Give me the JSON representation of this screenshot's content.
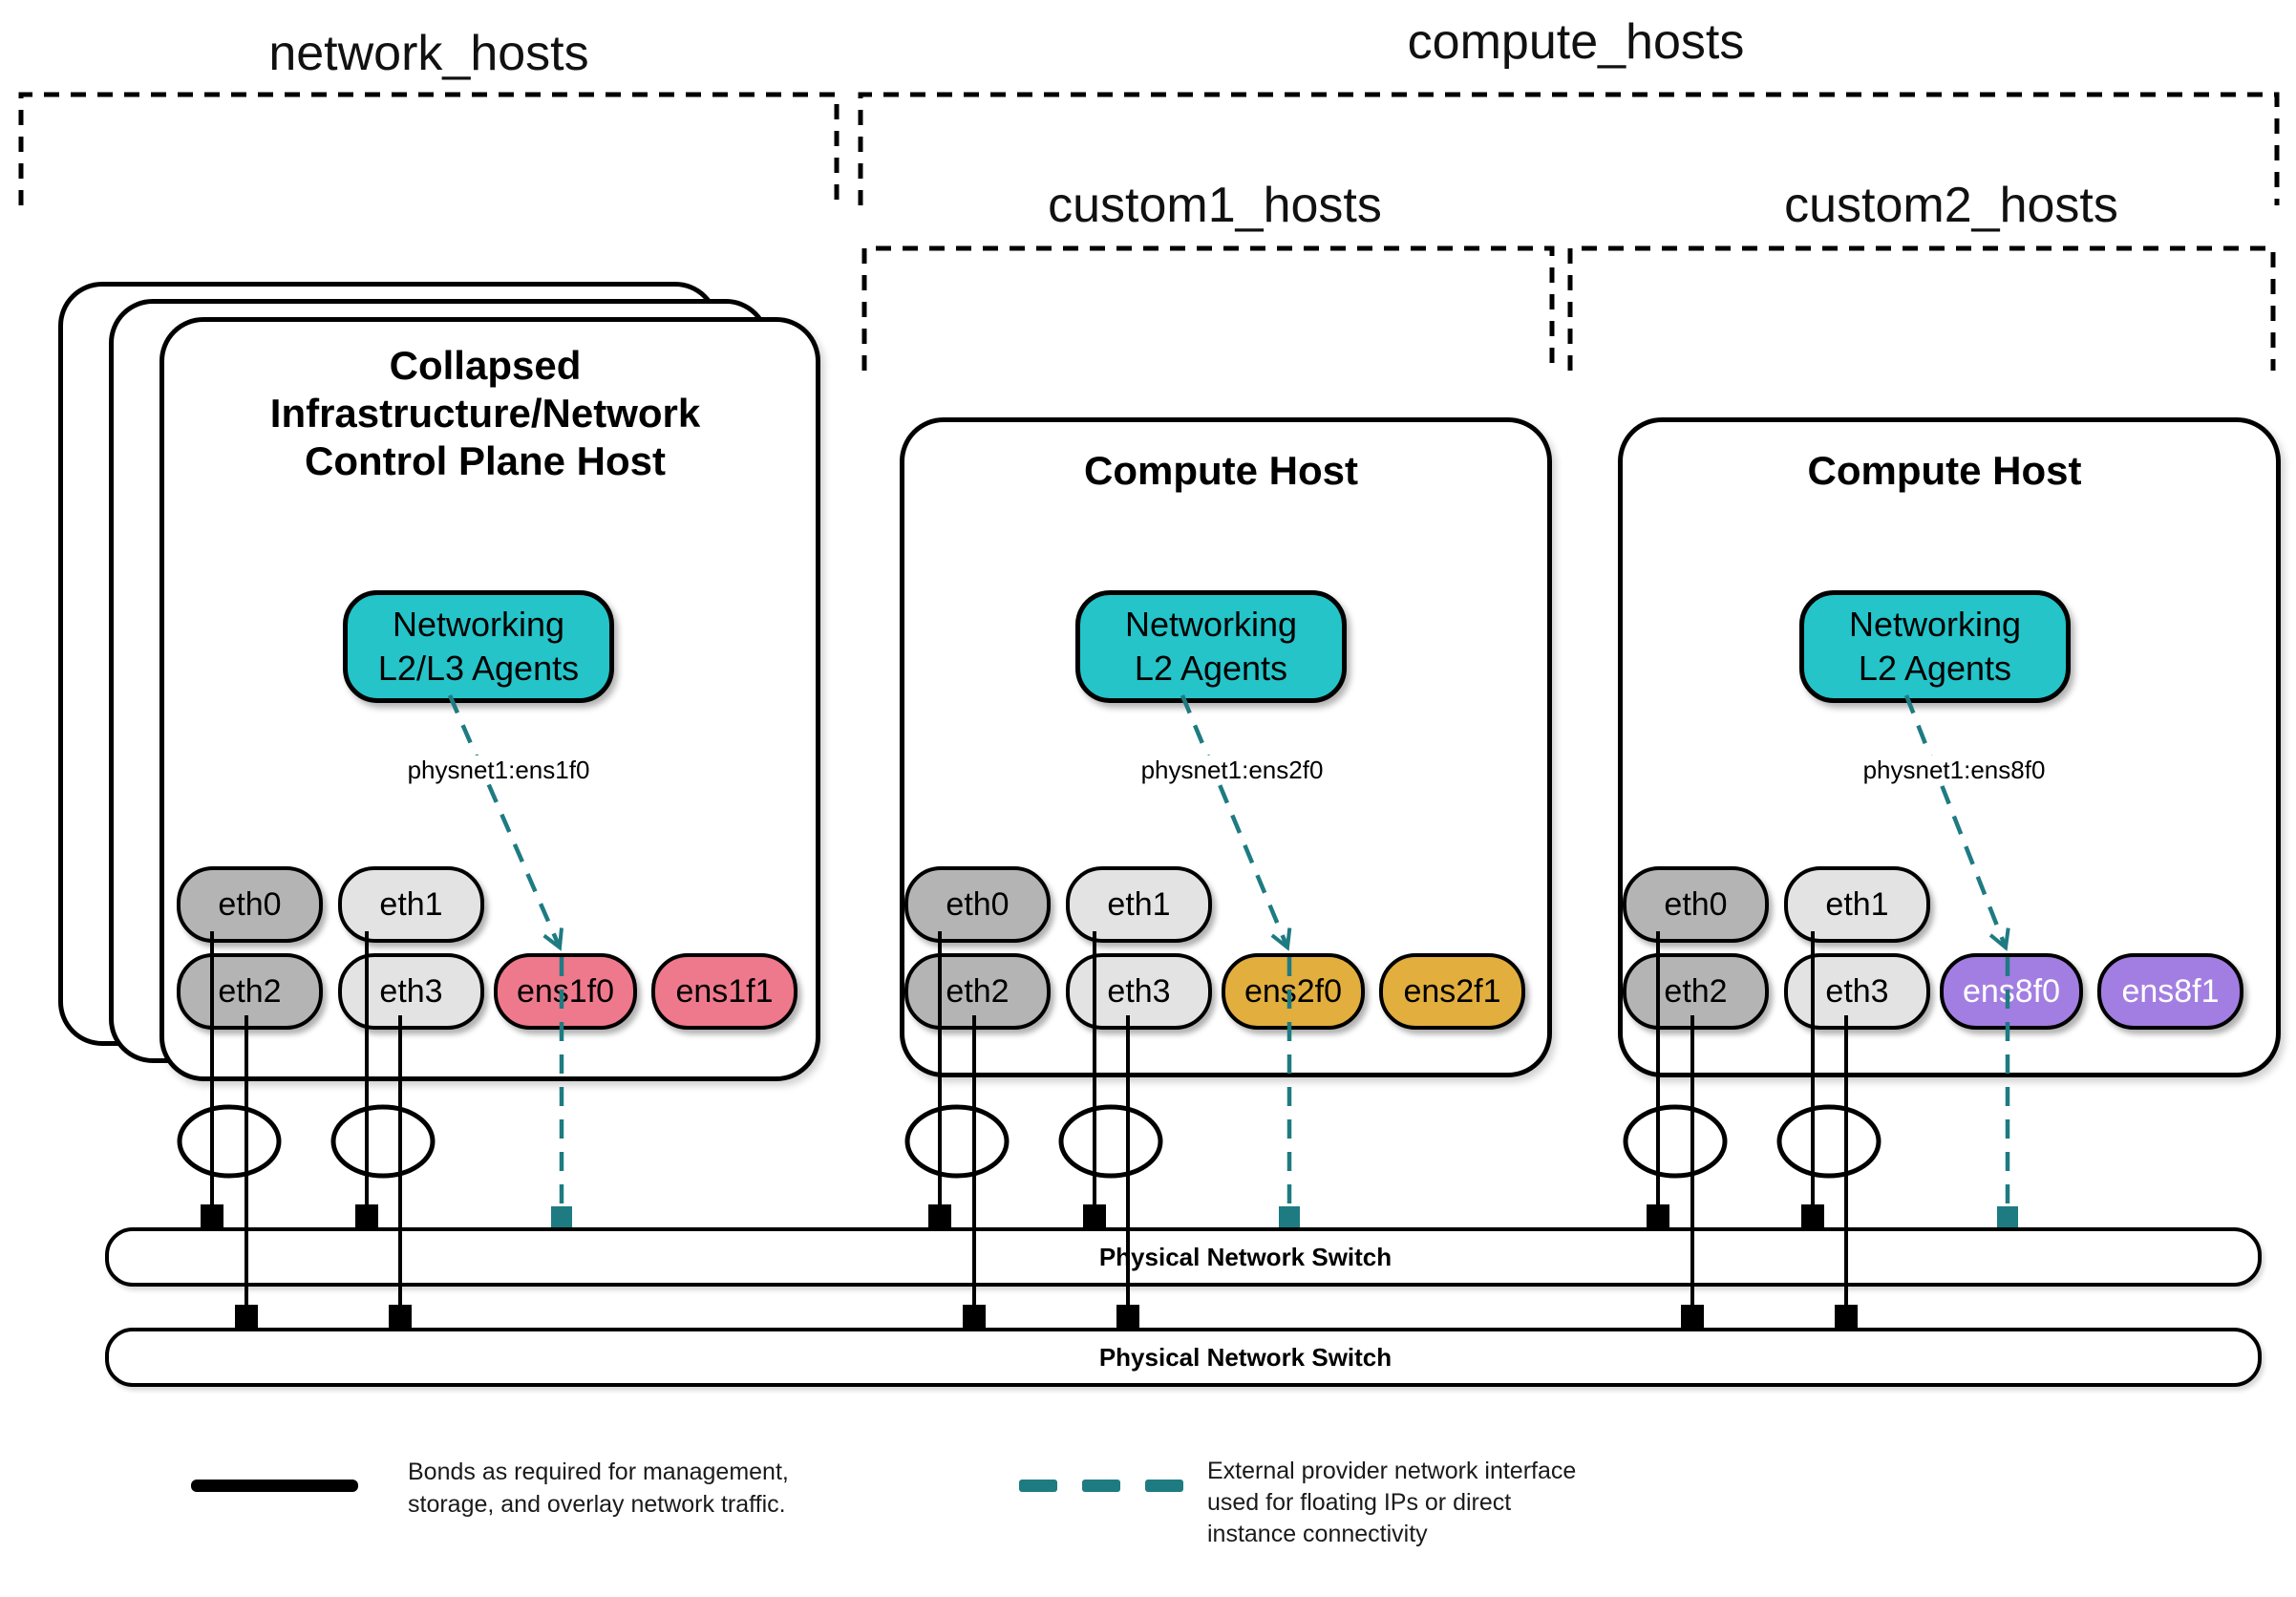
{
  "colors": {
    "teal_fill": "#24c4c9",
    "teal_line": "#1e7b82",
    "pink": "#ef798c",
    "gold": "#e2ae3d",
    "purple": "#a27ee2",
    "gray_dark": "#b4b4b4",
    "gray_light": "#e3e3e3"
  },
  "groups": [
    {
      "label": "network_hosts"
    },
    {
      "label": "compute_hosts"
    },
    {
      "label": "custom1_hosts"
    },
    {
      "label": "custom2_hosts"
    }
  ],
  "hosts": [
    {
      "title_lines": [
        "Collapsed",
        "Infrastructure/Network",
        "Control Plane Host"
      ],
      "agent_lines": [
        "Networking",
        "L2/L3 Agents"
      ],
      "physnet": "physnet1:ens1f0",
      "nics": [
        {
          "label": "eth0"
        },
        {
          "label": "eth1"
        },
        {
          "label": "eth2"
        },
        {
          "label": "eth3"
        },
        {
          "label": "ens1f0"
        },
        {
          "label": "ens1f1"
        }
      ]
    },
    {
      "title_lines": [
        "Compute Host"
      ],
      "agent_lines": [
        "Networking",
        "L2 Agents"
      ],
      "physnet": "physnet1:ens2f0",
      "nics": [
        {
          "label": "eth0"
        },
        {
          "label": "eth1"
        },
        {
          "label": "eth2"
        },
        {
          "label": "eth3"
        },
        {
          "label": "ens2f0"
        },
        {
          "label": "ens2f1"
        }
      ]
    },
    {
      "title_lines": [
        "Compute Host"
      ],
      "agent_lines": [
        "Networking",
        "L2 Agents"
      ],
      "physnet": "physnet1:ens8f0",
      "nics": [
        {
          "label": "eth0"
        },
        {
          "label": "eth1"
        },
        {
          "label": "eth2"
        },
        {
          "label": "eth3"
        },
        {
          "label": "ens8f0"
        },
        {
          "label": "ens8f1"
        }
      ]
    }
  ],
  "switches": [
    {
      "label": "Physical Network Switch"
    },
    {
      "label": "Physical Network Switch"
    }
  ],
  "legend": {
    "bond_lines": [
      "Bonds as required for management,",
      "storage, and overlay network traffic."
    ],
    "provider_lines": [
      "External provider network interface",
      "used for floating IPs or direct",
      "instance connectivity"
    ]
  }
}
